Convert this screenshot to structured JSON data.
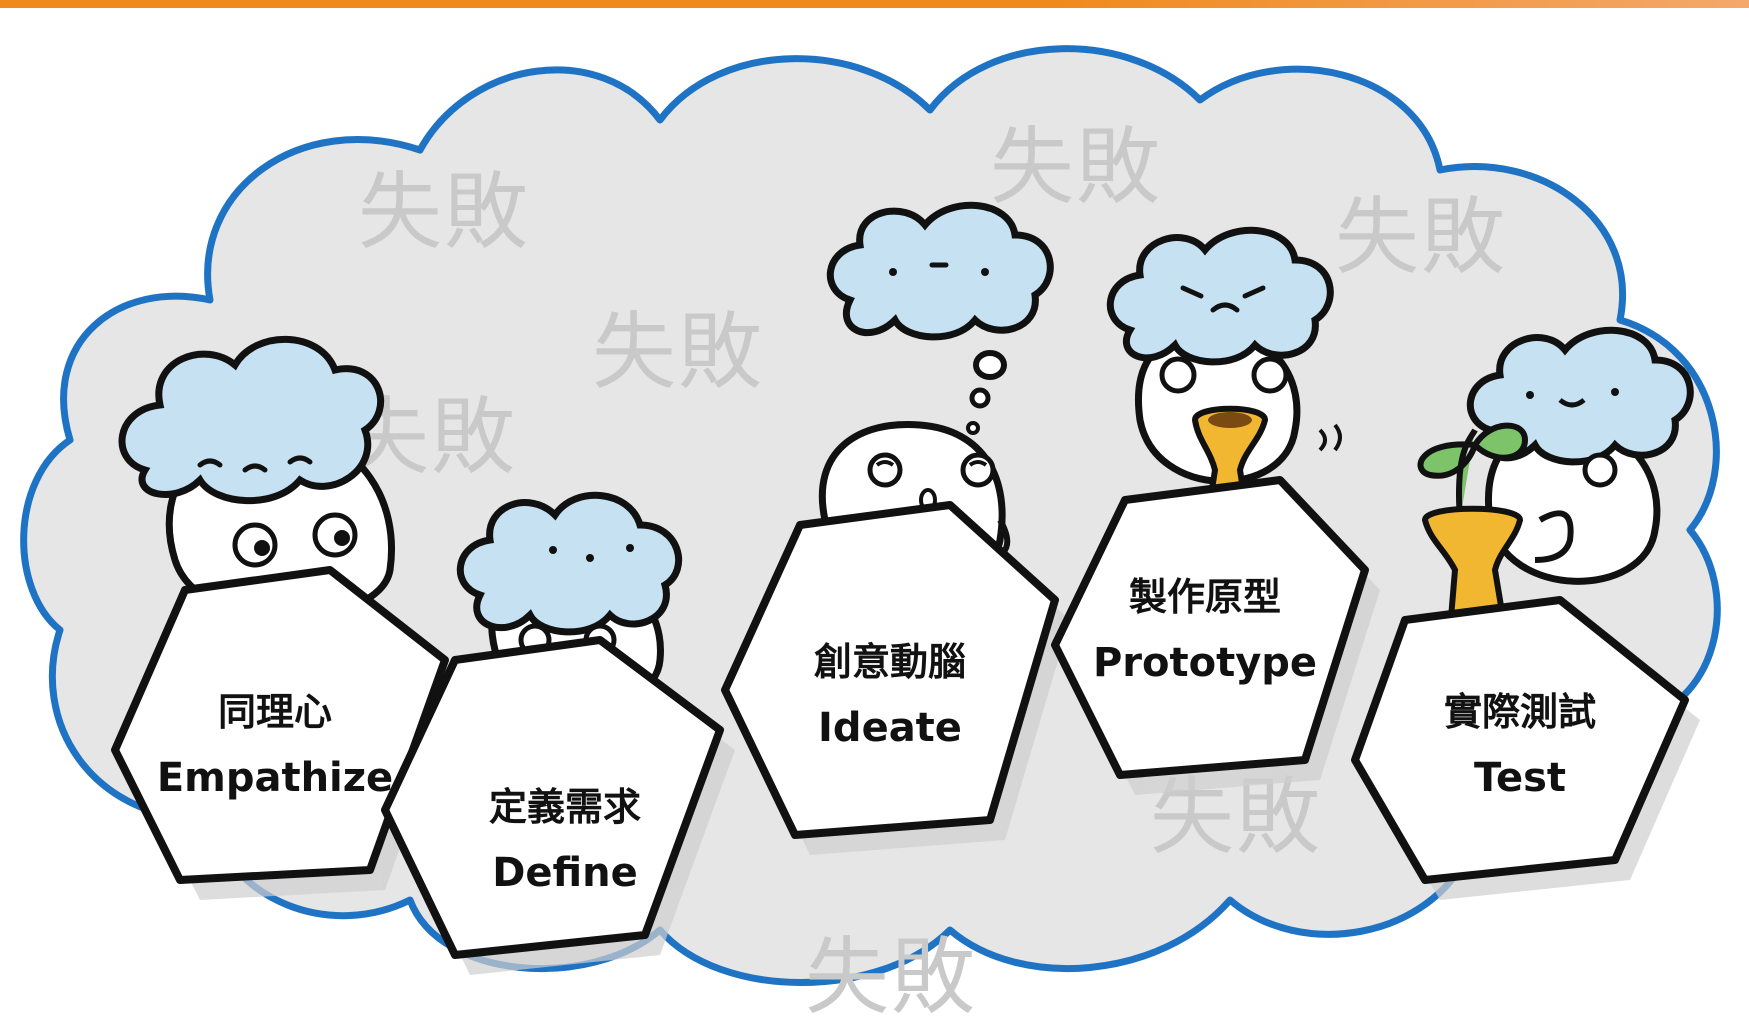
{
  "background_watermark": "失敗",
  "stages": [
    {
      "zh": "同理心",
      "en": "Empathize"
    },
    {
      "zh": "定義需求",
      "en": "Define"
    },
    {
      "zh": "創意動腦",
      "en": "Ideate"
    },
    {
      "zh": "製作原型",
      "en": "Prototype"
    },
    {
      "zh": "實際測試",
      "en": "Test"
    }
  ],
  "colors": {
    "cloud_fill": "#e6e6e6",
    "cloud_stroke": "#1f73c4",
    "head_cloud": "#c6e1f1",
    "heart": "#f4a7a7",
    "book": "#f4f12e",
    "cup": "#f2b730",
    "sprout": "#7cc36a",
    "accent_bar": "#f08a1c"
  }
}
